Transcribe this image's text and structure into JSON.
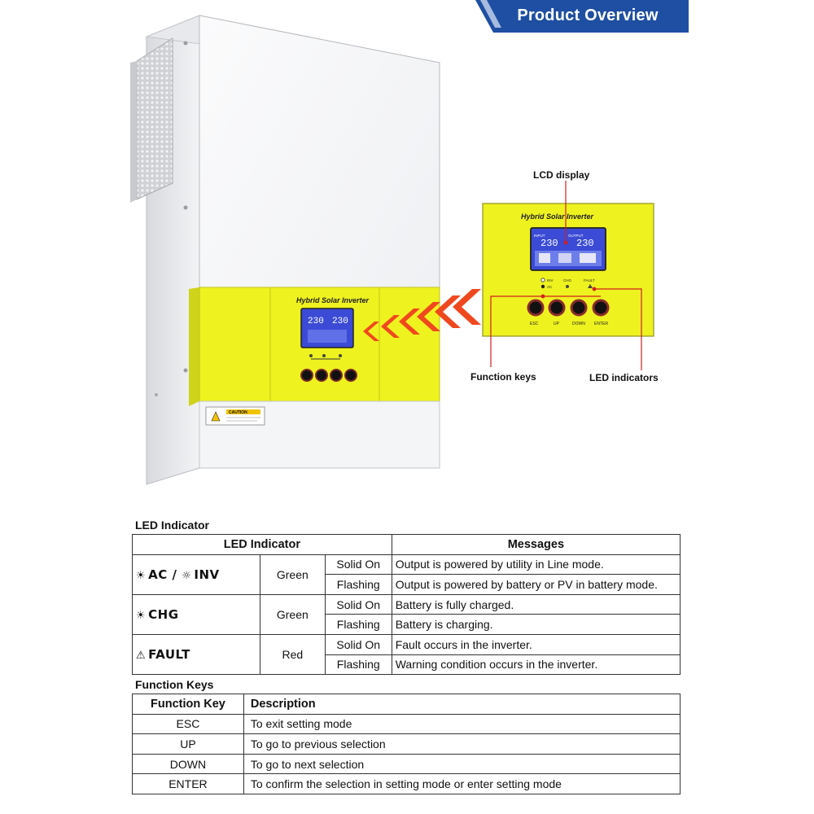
{
  "header": {
    "title": "Product Overview"
  },
  "device": {
    "panel_title": "Hybrid Solar Inverter",
    "lcd_input_label": "INPUT",
    "lcd_input_value": "230",
    "lcd_output_label": "OUTPUT",
    "lcd_output_value": "230",
    "led_labels": [
      "INV",
      "AC",
      "CHG",
      "FAULT"
    ],
    "key_labels": [
      "ESC",
      "UP",
      "DOWN",
      "ENTER"
    ],
    "caution_label": "CAUTION"
  },
  "callouts": {
    "lcd_display": "LCD display",
    "function_keys": "Function keys",
    "led_indicators": "LED indicators"
  },
  "colors": {
    "panel_yellow": "#eef21f",
    "banner_blue": "#1f4fa3",
    "arrow_red": "#f0481e",
    "lcd_blue": "#3b4bd6"
  },
  "led_section": {
    "title": "LED Indicator",
    "headers": {
      "indicator": "LED Indicator",
      "messages": "Messages"
    },
    "rows": [
      {
        "indicator": "AC / INV",
        "icon": "sun-icon / half-sun-icon",
        "color": "Green",
        "states": [
          {
            "state": "Solid On",
            "message": "Output is powered by utility in Line mode."
          },
          {
            "state": "Flashing",
            "message": "Output is powered by battery or PV in battery mode."
          }
        ]
      },
      {
        "indicator": "CHG",
        "icon": "sun-icon",
        "color": "Green",
        "states": [
          {
            "state": "Solid On",
            "message": "Battery is fully charged."
          },
          {
            "state": "Flashing",
            "message": "Battery is charging."
          }
        ]
      },
      {
        "indicator": "FAULT",
        "icon": "warning-icon",
        "color": "Red",
        "states": [
          {
            "state": "Solid On",
            "message": "Fault occurs in the inverter."
          },
          {
            "state": "Flashing",
            "message": "Warning condition occurs in the inverter."
          }
        ]
      }
    ]
  },
  "keys_section": {
    "title": "Function Keys",
    "headers": {
      "key": "Function Key",
      "description": "Description"
    },
    "rows": [
      {
        "key": "ESC",
        "description": "To exit setting mode"
      },
      {
        "key": "UP",
        "description": "To go to previous selection"
      },
      {
        "key": "DOWN",
        "description": "To go to next selection"
      },
      {
        "key": "ENTER",
        "description": "To confirm the selection in setting mode or enter setting mode"
      }
    ]
  }
}
